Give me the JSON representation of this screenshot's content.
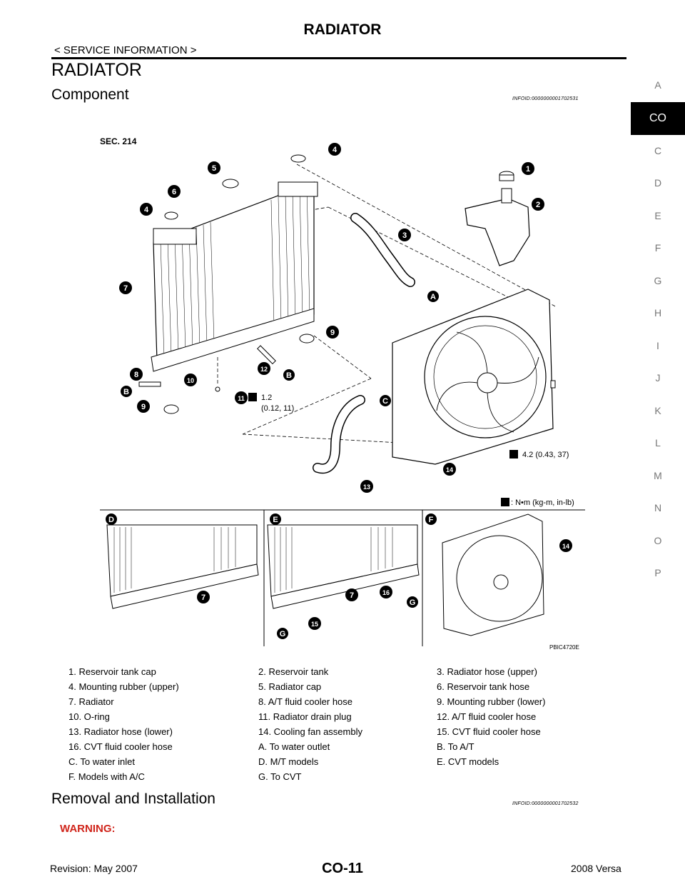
{
  "header": {
    "title": "RADIATOR",
    "subtitle": "< SERVICE INFORMATION >"
  },
  "section_title": "RADIATOR",
  "component": {
    "title": "Component",
    "info_id": "INFOID:0000000001702531"
  },
  "removal": {
    "title": "Removal and Installation",
    "info_id": "INFOID:0000000001702532"
  },
  "warning": "WARNING:",
  "side_tabs": [
    {
      "label": "A"
    },
    {
      "label": "CO",
      "active": true
    },
    {
      "label": "C"
    },
    {
      "label": "D"
    },
    {
      "label": "E"
    },
    {
      "label": "F"
    },
    {
      "label": "G"
    },
    {
      "label": "H"
    },
    {
      "label": "I"
    },
    {
      "label": "J"
    },
    {
      "label": "K"
    },
    {
      "label": "L"
    },
    {
      "label": "M"
    },
    {
      "label": "N"
    },
    {
      "label": "O"
    },
    {
      "label": "P"
    }
  ],
  "figure": {
    "sec_label": "SEC. 214",
    "torque_drain": "1.2",
    "torque_drain_units": "(0.12, 11)",
    "torque_fan": "4.2 (0.43, 37)",
    "torque_key": ": N•m (kg-m, in-lb)",
    "figure_code": "PBIC4720E",
    "callouts": [
      "1",
      "2",
      "3",
      "4",
      "5",
      "6",
      "7",
      "8",
      "9",
      "10",
      "11",
      "12",
      "13",
      "14",
      "15",
      "16"
    ],
    "letters": [
      "A",
      "B",
      "C",
      "D",
      "E",
      "F",
      "G"
    ]
  },
  "legend_rows": [
    [
      "1. Reservoir tank cap",
      "2. Reservoir tank",
      "3. Radiator hose (upper)"
    ],
    [
      "4. Mounting rubber (upper)",
      "5. Radiator cap",
      "6. Reservoir tank hose"
    ],
    [
      "7. Radiator",
      "8.  A/T fluid cooler hose",
      "9. Mounting rubber (lower)"
    ],
    [
      "10. O-ring",
      "11. Radiator drain plug",
      "12. A/T fluid cooler hose"
    ],
    [
      "13. Radiator hose (lower)",
      "14. Cooling fan assembly",
      "15. CVT fluid cooler hose"
    ],
    [
      "16. CVT fluid cooler hose",
      "A. To water outlet",
      "B. To A/T"
    ],
    [
      "C. To water inlet",
      "D. M/T models",
      "E. CVT models"
    ],
    [
      "F. Models with A/C",
      "G. To CVT",
      ""
    ]
  ],
  "footer": {
    "revision": "Revision: May 2007",
    "page": "CO-11",
    "model": "2008 Versa"
  }
}
